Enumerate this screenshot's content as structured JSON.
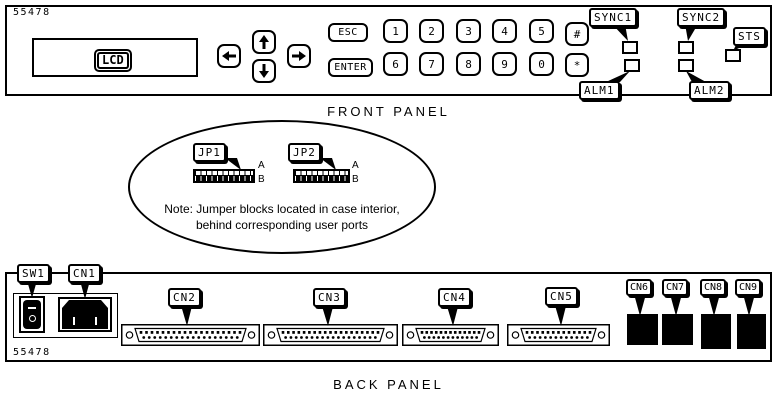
{
  "front_panel": {
    "model_number": "55478",
    "lcd_label": "LCD",
    "esc_key": "ESC",
    "enter_key": "ENTER",
    "keypad": [
      [
        "1",
        "2",
        "3",
        "4",
        "5",
        "#"
      ],
      [
        "6",
        "7",
        "8",
        "9",
        "0",
        "*"
      ]
    ],
    "nav_keys": [
      "left-arrow",
      "up-arrow",
      "down-arrow",
      "right-arrow"
    ],
    "indicators": {
      "sync1": "SYNC1",
      "sync2": "SYNC2",
      "sts": "STS",
      "alm1": "ALM1",
      "alm2": "ALM2"
    },
    "caption": "FRONT PANEL"
  },
  "interior": {
    "jumpers": [
      {
        "label": "JP1",
        "pin_a": "A",
        "pin_b": "B"
      },
      {
        "label": "JP2",
        "pin_a": "A",
        "pin_b": "B"
      }
    ],
    "note_line1": "Note: Jumper blocks located in case interior,",
    "note_line2": "behind corresponding user ports"
  },
  "back_panel": {
    "model_number": "55478",
    "labels": {
      "sw1": "SW1",
      "cn1": "CN1",
      "cn2": "CN2",
      "cn3": "CN3",
      "cn4": "CN4",
      "cn5": "CN5",
      "cn6": "CN6",
      "cn7": "CN7",
      "cn8": "CN8",
      "cn9": "CN9"
    },
    "switch_on_mark": "−",
    "switch_off_mark": "○",
    "caption": "BACK PANEL"
  },
  "colors": {
    "ink": "#000000",
    "background": "#ffffff"
  }
}
